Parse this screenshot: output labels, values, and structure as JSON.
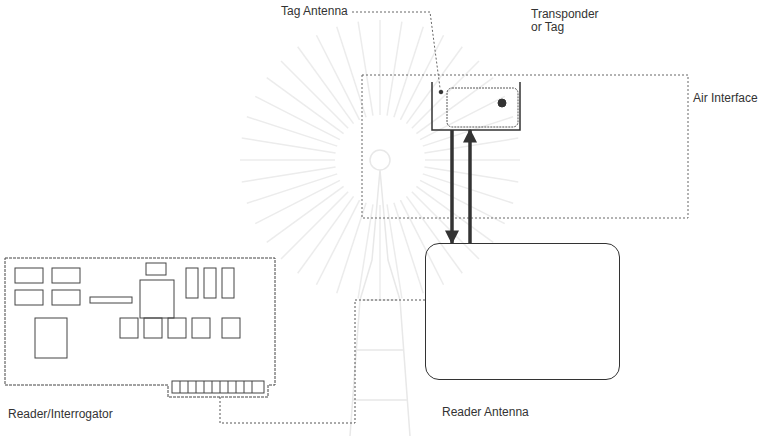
{
  "diagram": {
    "nodes": [
      {
        "text": [
          "Transponder or Tag"
        ]
      },
      {
        "text": [
          "Reader/Interrogator"
        ]
      },
      {
        "text": [
          "Reader Antenna"
        ]
      }
    ],
    "edges": [
      {
        "from": 0,
        "to": 2,
        "arrow": "to"
      },
      {
        "from": 2,
        "to": 0,
        "arrow": "to"
      },
      {
        "from": 1,
        "to": 2,
        "arrow": "none"
      }
    ],
    "labels": [
      "Tag Antenna",
      "Air Interface"
    ]
  }
}
